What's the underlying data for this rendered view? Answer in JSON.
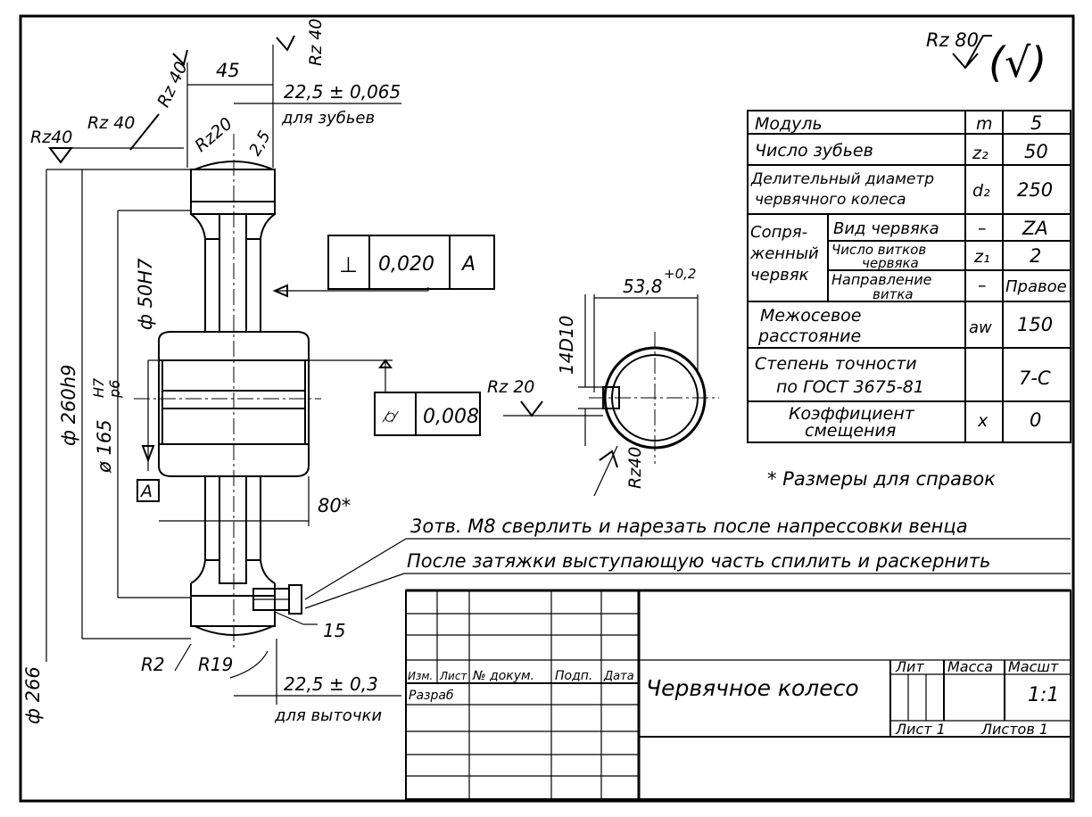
{
  "title_block": {
    "part_name": "Червячное колесо",
    "headers": [
      "Изм.",
      "Лист",
      "№ докум.",
      "Подп.",
      "Дата"
    ],
    "developer_label": "Разраб",
    "lit_label": "Лит",
    "mass_label": "Масса",
    "scale_label": "Масшт",
    "scale_value": "1:1",
    "sheet_label": "Лист 1",
    "sheets_label": "Листов 1"
  },
  "params_table": {
    "rows": [
      {
        "label": "Модуль",
        "symbol": "m",
        "value": "5"
      },
      {
        "label": "Число зубьев",
        "symbol": "z₂",
        "value": "50"
      },
      {
        "label": "Делительный диаметр",
        "label2": "червячного колеса",
        "symbol": "d₂",
        "value": "250"
      },
      {
        "group": "Сопря-",
        "group2": "женный",
        "group3": "червяк",
        "label": "Вид червяка",
        "symbol": "–",
        "value": "ZA"
      },
      {
        "label": "Число витков",
        "label2": "червяка",
        "symbol": "z₁",
        "value": "2"
      },
      {
        "label": "Направление",
        "label2": "витка",
        "symbol": "–",
        "value": "Правое"
      },
      {
        "label": "Межосевое",
        "label2": "расстояние",
        "symbol": "aw",
        "value": "150"
      },
      {
        "label": "Степень точности",
        "label2": "по ГОСТ 3675-81",
        "symbol": "",
        "value": "7-С"
      },
      {
        "label": "Коэффициент",
        "label2": "смещения",
        "symbol": "x",
        "value": "0"
      }
    ]
  },
  "notes": {
    "reference": "* Размеры для справок",
    "note1": "3отв. М8 сверлить и нарезать после напрессовки венца",
    "note2": "После затяжки выступающую часть спилить и раскернить"
  },
  "roughness": {
    "general": "Rz 80",
    "general_mark": "(√)",
    "rz40_a": "Rz40",
    "rz40_b": "Rz 40",
    "rz40_c": "Rz 40",
    "rz40_d": "Rz 40",
    "rz20_a": "Rz20",
    "rz20_b": "Rz 20",
    "rz40_key": "Rz40"
  },
  "dimensions": {
    "d45": "45",
    "d22_5_teeth": "22,5 ± 0,065",
    "d22_5_teeth_note": "для зубьев",
    "d2_5": "2,5",
    "d50": "ф 50Н7",
    "d165": "ø 165",
    "d165_fit_top": "Н7",
    "d165_fit_bot": "р6",
    "d260": "ф 260h9",
    "d266": "ф 266",
    "d80": "80*",
    "d15": "15",
    "r2": "R2",
    "r19": "R19",
    "d22_5_groove": "22,5 ± 0,3",
    "d22_5_groove_note": "для выточки",
    "d53_8": "53,8",
    "d53_8_tol": "+0,2",
    "d14": "14D10",
    "datum": "А"
  },
  "tolerances": {
    "perp_symbol": "⊥",
    "perp_value": "0,020",
    "perp_datum": "А",
    "cyl_symbol": "⌭",
    "cyl_value": "0,008"
  }
}
